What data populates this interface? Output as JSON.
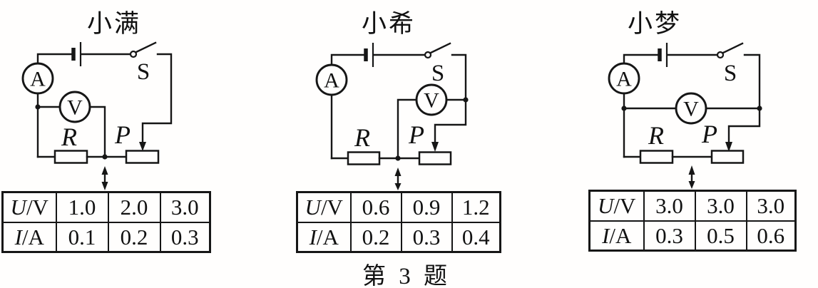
{
  "figure": {
    "caption": "第 3 题"
  },
  "panels": [
    {
      "title": "小满",
      "circuit": {
        "ammeter_label": "A",
        "voltmeter_label": "V",
        "switch_label": "S",
        "resistor_label": "R",
        "rheostat_label": "P"
      },
      "table": {
        "rows": [
          {
            "symbol": "U",
            "rest": "/V",
            "values": [
              "1.0",
              "2.0",
              "3.0"
            ]
          },
          {
            "symbol": "I",
            "rest": "/A",
            "values": [
              "0.1",
              "0.2",
              "0.3"
            ]
          }
        ]
      }
    },
    {
      "title": "小希",
      "circuit": {
        "ammeter_label": "A",
        "voltmeter_label": "V",
        "switch_label": "S",
        "resistor_label": "R",
        "rheostat_label": "P"
      },
      "table": {
        "rows": [
          {
            "symbol": "U",
            "rest": "/V",
            "values": [
              "0.6",
              "0.9",
              "1.2"
            ]
          },
          {
            "symbol": "I",
            "rest": "/A",
            "values": [
              "0.2",
              "0.3",
              "0.4"
            ]
          }
        ]
      }
    },
    {
      "title": "小梦",
      "circuit": {
        "ammeter_label": "A",
        "voltmeter_label": "V",
        "switch_label": "S",
        "resistor_label": "R",
        "rheostat_label": "P"
      },
      "table": {
        "rows": [
          {
            "symbol": "U",
            "rest": "/V",
            "values": [
              "3.0",
              "3.0",
              "3.0"
            ]
          },
          {
            "symbol": "I",
            "rest": "/A",
            "values": [
              "0.3",
              "0.5",
              "0.6"
            ]
          }
        ]
      }
    }
  ]
}
